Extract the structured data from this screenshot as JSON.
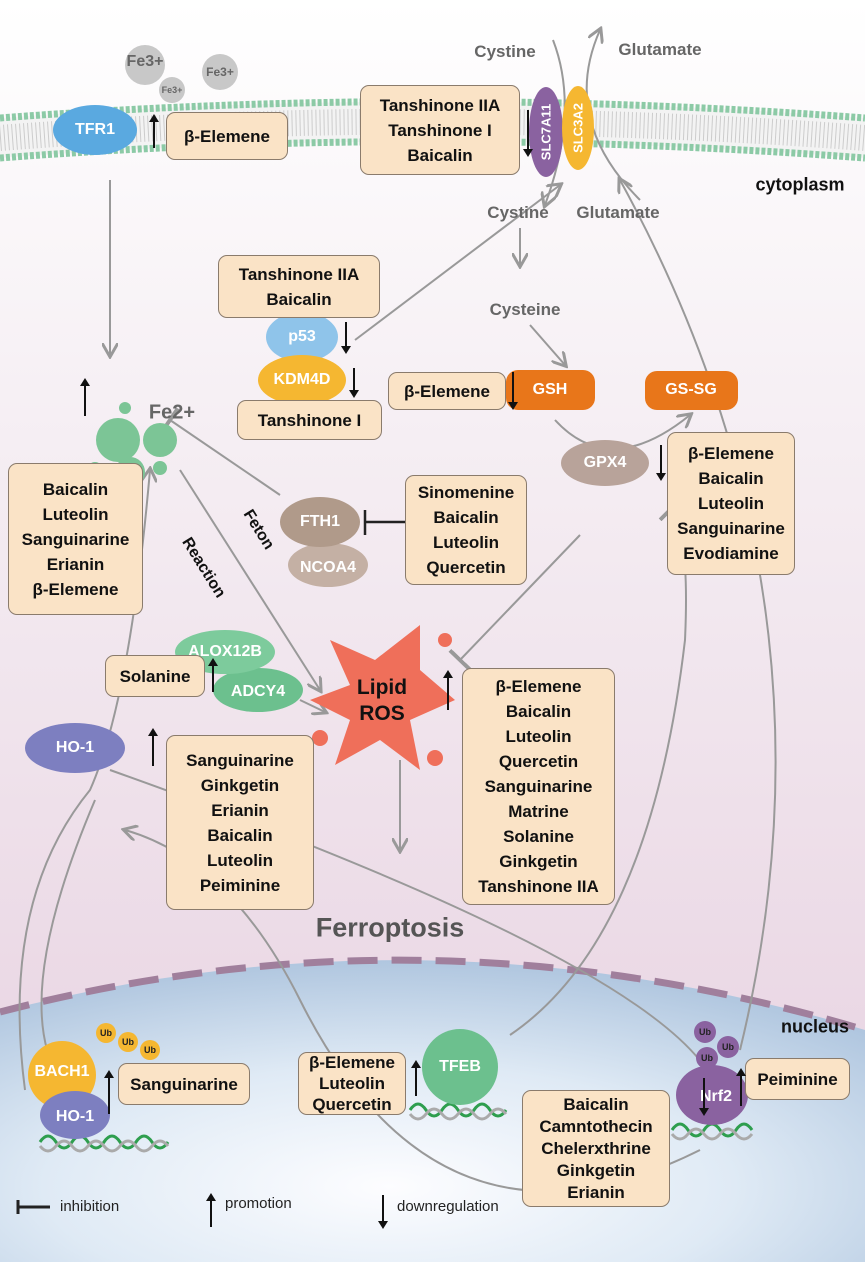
{
  "membrane": {
    "fe3_large": "Fe3+",
    "fe3_small": "Fe3+",
    "fe3_right": "Fe3+",
    "tfr1": "TFR1",
    "slc7a11": "SLC7A11",
    "slc3a2": "SLC3A2",
    "cystine_out": "Cystine",
    "glutamate_out": "Glutamate",
    "cytoplasm": "cytoplasm"
  },
  "boxes": {
    "tfr1_drugs": [
      "β-Elemene"
    ],
    "slc_drugs": [
      "Tanshinone IIA",
      "Tanshinone I",
      "Baicalin"
    ],
    "p53_drugs": [
      "Tanshinone IIA",
      "Baicalin"
    ],
    "kdm4d_drugs": [
      "Tanshinone I"
    ],
    "gsh_drugs": [
      "β-Elemene"
    ],
    "gpx4_drugs": [
      "β-Elemene",
      "Baicalin",
      "Luteolin",
      "Sanguinarine",
      "Evodiamine"
    ],
    "fe2_drugs": [
      "Baicalin",
      "Luteolin",
      "Sanguinarine",
      "Erianin",
      "β-Elemene"
    ],
    "fth1_drugs": [
      "Sinomenine",
      "Baicalin",
      "Luteolin",
      "Quercetin"
    ],
    "alox_drugs": [
      "Solanine"
    ],
    "ros_drugs": [
      "β-Elemene",
      "Baicalin",
      "Luteolin",
      "Quercetin",
      "Sanguinarine",
      "Matrine",
      "Solanine",
      "Ginkgetin",
      "Tanshinone IIA"
    ],
    "ho1_drugs": [
      "Sanguinarine",
      "Ginkgetin",
      "Erianin",
      "Baicalin",
      "Luteolin",
      "Peiminine"
    ],
    "bach1_drugs": [
      "Sanguinarine"
    ],
    "tfeb_drugs": [
      "β-Elemene",
      "Luteolin",
      "Quercetin"
    ],
    "nrf2_down_drugs": [
      "Baicalin",
      "Camntothecin",
      "Chelerxthrine",
      "Ginkgetin",
      "Erianin"
    ],
    "nrf2_up_drugs": [
      "Peiminine"
    ]
  },
  "cyto": {
    "cystine": "Cystine",
    "glutamate": "Glutamate",
    "cysteine": "Cysteine",
    "p53": "p53",
    "kdm4d": "KDM4D",
    "gsh": "GSH",
    "gssg": "GS-SG",
    "gpx4": "GPX4",
    "fe2": "Fe2+",
    "fth1": "FTH1",
    "ncoa4": "NCOA4",
    "feton": "Feton",
    "reaction": "Reaction",
    "alox12b": "ALOX12B",
    "adcy4": "ADCY4",
    "lipid": "Lipid",
    "ros": "ROS",
    "ho1": "HO-1",
    "ferroptosis": "Ferroptosis"
  },
  "nucleus": {
    "ub": "Ub",
    "bach1": "BACH1",
    "ho1": "HO-1",
    "tfeb": "TFEB",
    "nrf2": "Nrf2",
    "label": "nucleus"
  },
  "legend": {
    "inhibition": "inhibition",
    "promotion": "promotion",
    "downregulation": "downregulation"
  },
  "colors": {
    "drug_box": "#fae3c6",
    "membrane": "#8ccaa6",
    "ros": "#ef6f5a",
    "gsh": "#e8761a"
  }
}
